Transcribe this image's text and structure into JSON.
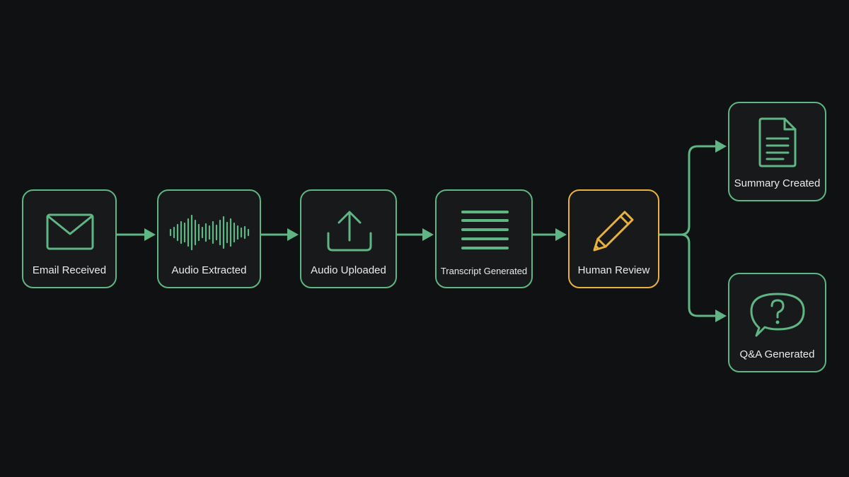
{
  "colors": {
    "background": "#0f1112",
    "node_fill": "#17191a",
    "accent_green": "#5fb584",
    "accent_yellow": "#e8b23d",
    "text": "#e9ecec"
  },
  "nodes": [
    {
      "id": "email",
      "label": "Email Received",
      "icon": "envelope-icon"
    },
    {
      "id": "audio-extracted",
      "label": "Audio Extracted",
      "icon": "waveform-icon"
    },
    {
      "id": "audio-uploaded",
      "label": "Audio Uploaded",
      "icon": "upload-icon"
    },
    {
      "id": "transcript",
      "label": "Transcript Generated",
      "icon": "lines-icon"
    },
    {
      "id": "review",
      "label": "Human Review",
      "icon": "pencil-icon"
    },
    {
      "id": "summary",
      "label": "Summary Created",
      "icon": "document-icon"
    },
    {
      "id": "qa",
      "label": "Q&A Generated",
      "icon": "question-bubble-icon"
    }
  ],
  "edges": [
    {
      "from": "email",
      "to": "audio-extracted"
    },
    {
      "from": "audio-extracted",
      "to": "audio-uploaded"
    },
    {
      "from": "audio-uploaded",
      "to": "transcript"
    },
    {
      "from": "transcript",
      "to": "review"
    },
    {
      "from": "review",
      "to": "summary"
    },
    {
      "from": "review",
      "to": "qa"
    }
  ]
}
